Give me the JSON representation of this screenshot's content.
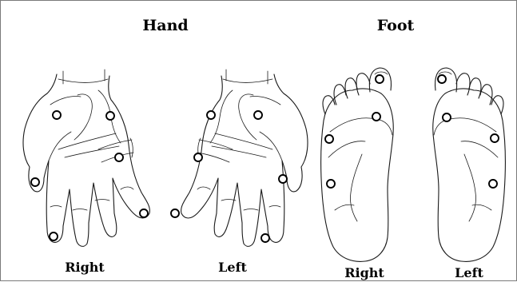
{
  "hand": {
    "title": "Hand",
    "right_label": "Right",
    "left_label": "Left"
  },
  "foot": {
    "title": "Foot",
    "right_label": "Right",
    "left_label": "Left"
  }
}
